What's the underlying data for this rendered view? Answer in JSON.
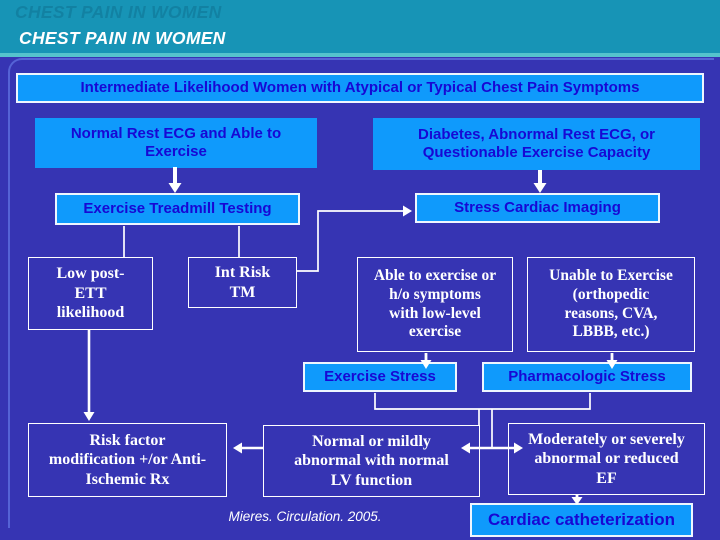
{
  "slide": {
    "title": "CHEST PAIN IN WOMEN",
    "citation": "Mieres. Circulation. 2005."
  },
  "banner": {
    "label": "Intermediate Likelihood Women with Atypical or Typical Chest Pain Symptoms"
  },
  "nodes": {
    "normal_rest_ecg": {
      "label": "Normal Rest ECG and Able to\nExercise"
    },
    "diabetes_abnormal": {
      "label": "Diabetes, Abnormal Rest ECG, or\nQuestionable Exercise Capacity"
    },
    "exercise_treadmill": {
      "label": "Exercise Treadmill Testing"
    },
    "stress_cardiac_imaging": {
      "label": "Stress Cardiac Imaging"
    },
    "low_post_ett": {
      "label": "Low post-\nETT\nlikelihood"
    },
    "int_risk_tm": {
      "label": "Int Risk\nTM"
    },
    "able_to_exercise": {
      "label": "Able to exercise or\nh/o symptoms\nwith low-level\nexercise"
    },
    "unable_to_exercise": {
      "label": "Unable to Exercise\n(orthopedic\nreasons, CVA,\nLBBB, etc.)"
    },
    "exercise_stress": {
      "label": "Exercise Stress"
    },
    "pharmacologic_stress": {
      "label": "Pharmacologic Stress"
    },
    "risk_factor_modification": {
      "label": "Risk factor\nmodification +/or Anti-\nIschemic Rx"
    },
    "normal_mildly_abnormal": {
      "label": "Normal or mildly\nabnormal with normal\nLV function"
    },
    "moderately_severely_abnormal": {
      "label": "Moderately or severely\nabnormal or reduced\nEF"
    },
    "cardiac_catheterization": {
      "label": "Cardiac catheterization"
    }
  },
  "connections": [
    {
      "from": "normal_rest_ecg",
      "to": "exercise_treadmill",
      "type": "arrow"
    },
    {
      "from": "diabetes_abnormal",
      "to": "stress_cardiac_imaging",
      "type": "arrow"
    },
    {
      "from": "exercise_treadmill",
      "to": "low_post_ett",
      "type": "line"
    },
    {
      "from": "exercise_treadmill",
      "to": "int_risk_tm",
      "type": "line"
    },
    {
      "from": "int_risk_tm",
      "to": "stress_cardiac_imaging",
      "type": "elbow-arrow"
    },
    {
      "from": "low_post_ett",
      "to": "risk_factor_modification",
      "type": "arrow"
    },
    {
      "from": "able_to_exercise",
      "to": "exercise_stress",
      "type": "arrow"
    },
    {
      "from": "unable_to_exercise",
      "to": "pharmacologic_stress",
      "type": "arrow"
    },
    {
      "from": "exercise_stress + pharmacologic_stress",
      "to": "normal_mildly_abnormal + moderately_severely_abnormal",
      "type": "merge-split-arrows"
    },
    {
      "from": "normal_mildly_abnormal",
      "to": "risk_factor_modification",
      "type": "arrow"
    },
    {
      "from": "moderately_severely_abnormal",
      "to": "cardiac_catheterization",
      "type": "arrow"
    }
  ],
  "colors": {
    "header_teal": "#1794b6",
    "divider_teal": "#55c3cd",
    "body_blue": "#3634b3",
    "box_azure_fill": "#0f9afc",
    "box_text_blue": "#1708d4",
    "outline_and_arrows": "#ffffff"
  }
}
